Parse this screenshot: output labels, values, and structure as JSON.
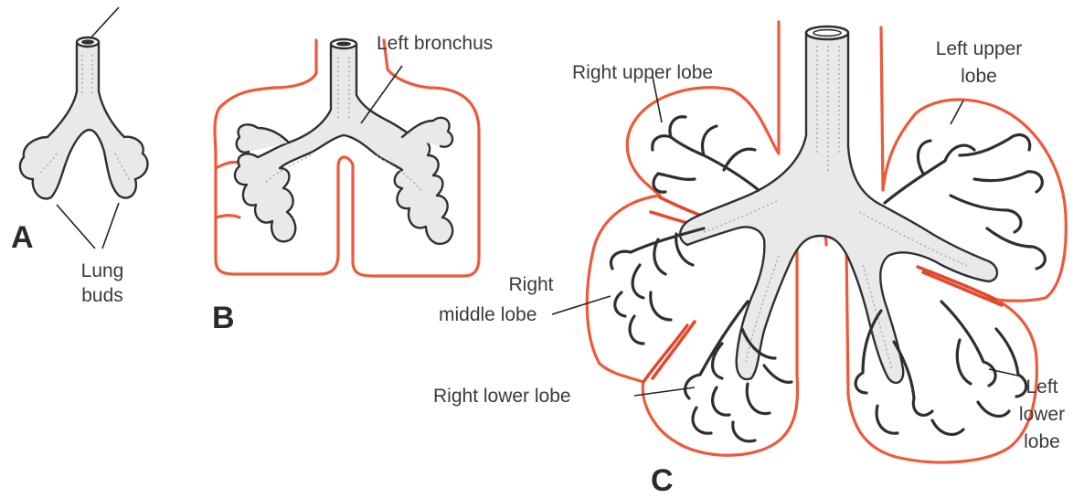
{
  "figure": {
    "panels": [
      "A",
      "B",
      "C"
    ],
    "labels": {
      "lung_buds_line1": "Lung",
      "lung_buds_line2": "buds",
      "left_bronchus": "Left bronchus",
      "right_upper_lobe": "Right upper lobe",
      "left_upper_lobe_line1": "Left upper",
      "left_upper_lobe_line2": "lobe",
      "right_middle_lobe_line1": "Right",
      "right_middle_lobe_line2": "middle lobe",
      "right_lower_lobe": "Right lower lobe",
      "left_lower_lobe_line1": "Left",
      "left_lower_lobe_line2": "lower",
      "left_lower_lobe_line3": "lobe"
    },
    "colors": {
      "pleura": "#ec5a3a",
      "airway_fill": "#e9e9e9",
      "ink": "#2f2f2f"
    }
  }
}
